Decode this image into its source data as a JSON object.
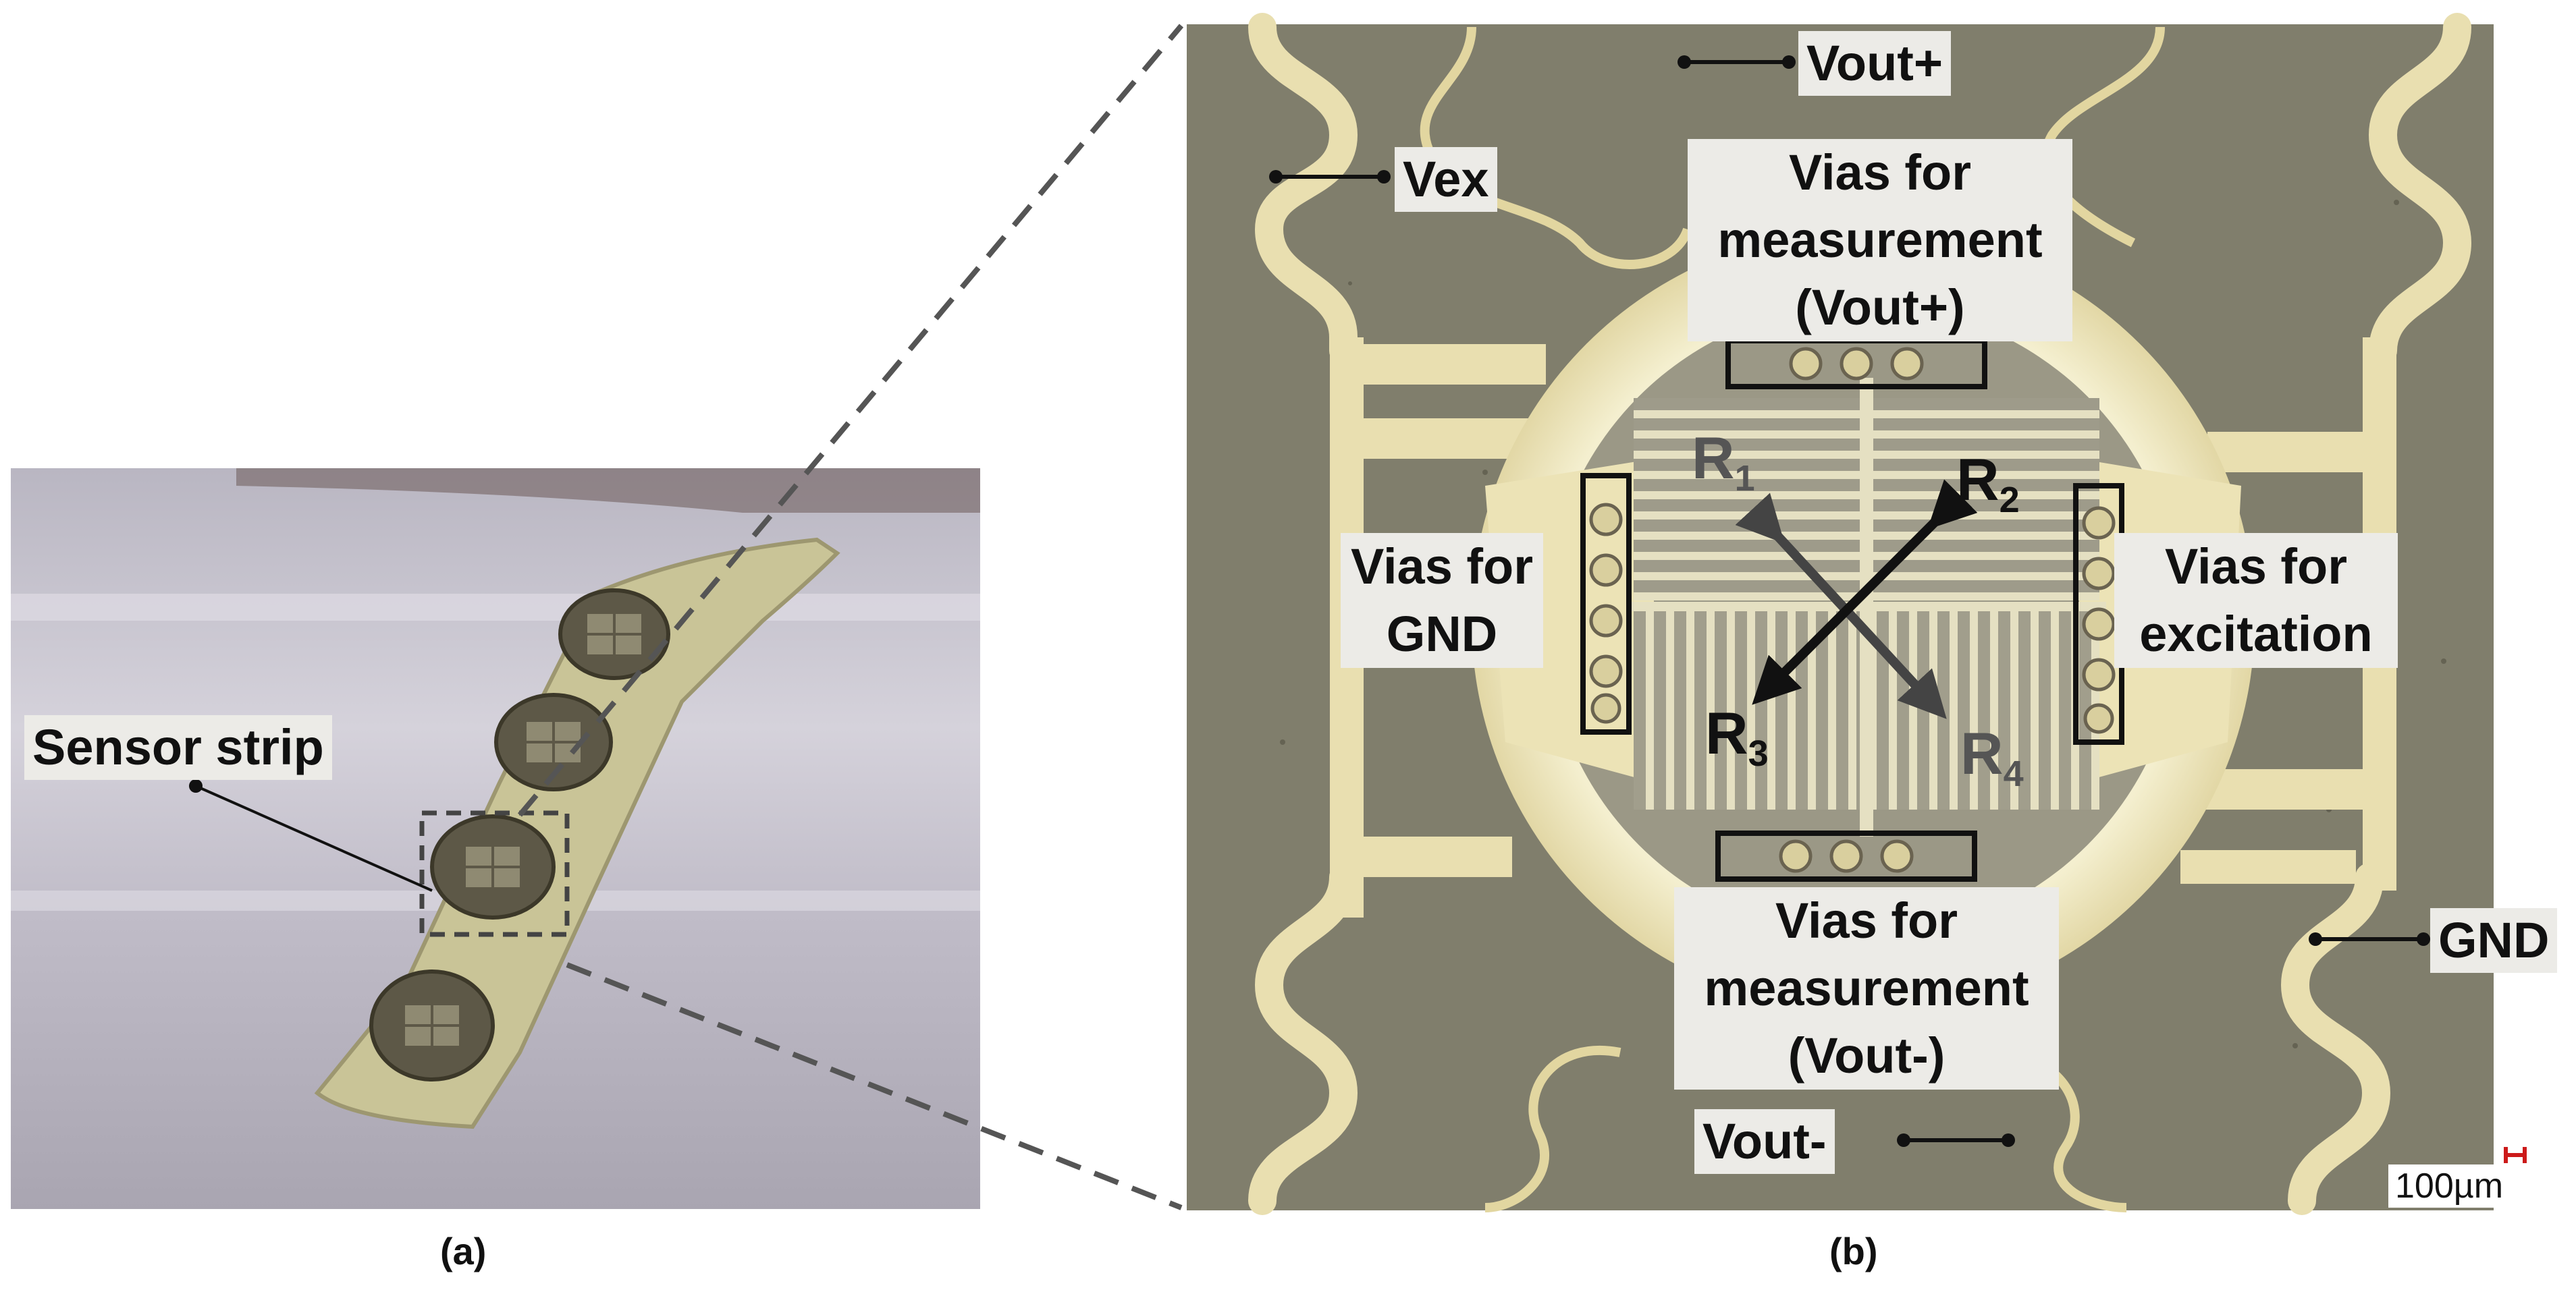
{
  "panel_a": {
    "caption": "(a)",
    "labels": {
      "sensor_strip": "Sensor strip"
    }
  },
  "panel_b": {
    "caption": "(b)",
    "labels": {
      "vout_plus": "Vout+",
      "vex": "Vex",
      "vias_meas_top_1": "Vias for",
      "vias_meas_top_2": "measurement",
      "vias_meas_top_3": "(Vout+)",
      "vias_gnd_1": "Vias for",
      "vias_gnd_2": "GND",
      "vias_exc_1": "Vias for",
      "vias_exc_2": "excitation",
      "vias_meas_bot_1": "Vias for",
      "vias_meas_bot_2": "measurement",
      "vias_meas_bot_3": "(Vout-)",
      "gnd": "GND",
      "vout_minus": "Vout-",
      "scale_bar": "100µm"
    },
    "resistors": {
      "r1": "R",
      "r1_sub": "1",
      "r2": "R",
      "r2_sub": "2",
      "r3": "R",
      "r3_sub": "3",
      "r4": "R",
      "r4_sub": "4"
    }
  },
  "colors": {
    "substrate": "#807e6c",
    "metal": "#e9dfb0",
    "metal_light": "#f3edc9",
    "strip": "#c9c497",
    "photo_bg": "#c4c0cb",
    "label_bg": "#ecebe7"
  }
}
